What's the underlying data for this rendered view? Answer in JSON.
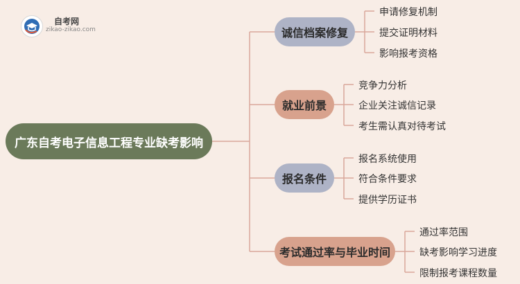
{
  "logo": {
    "title": "自考网",
    "url": "zikao-zikao.com"
  },
  "root": {
    "label": "广东自考电子信息工程专业缺考影响"
  },
  "branches": [
    {
      "label": "诚信档案修复",
      "children": [
        "申请修复机制",
        "提交证明材料",
        "影响报考资格"
      ]
    },
    {
      "label": "就业前景",
      "children": [
        "竞争力分析",
        "企业关注诚信记录",
        "考生需认真对待考试"
      ]
    },
    {
      "label": "报名条件",
      "children": [
        "报名系统使用",
        "符合条件要求",
        "提供学历证书"
      ]
    },
    {
      "label": "考试通过率与毕业时间",
      "children": [
        "通过率范围",
        "缺考影响学习进度",
        "限制报考课程数量"
      ]
    }
  ],
  "colors": {
    "background": "#f8ede6",
    "root": "#6b7a5a",
    "branch_blue": "#aeb3c6",
    "branch_orange": "#d8a28d",
    "line": "#d9a79a"
  }
}
